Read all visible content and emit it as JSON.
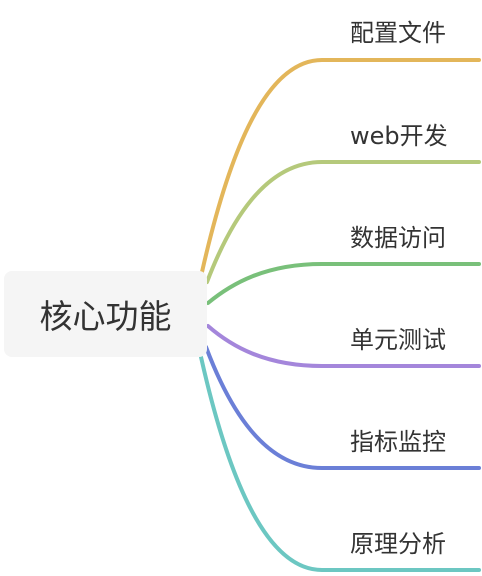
{
  "central": {
    "label": "核心功能"
  },
  "branches": [
    {
      "label": "配置文件",
      "color": "#E3B65A"
    },
    {
      "label": "web开发",
      "color": "#B5C97B"
    },
    {
      "label": "数据访问",
      "color": "#79C07A"
    },
    {
      "label": "单元测试",
      "color": "#A486DB"
    },
    {
      "label": "指标监控",
      "color": "#6B7FD7"
    },
    {
      "label": "原理分析",
      "color": "#6CC7C2"
    }
  ],
  "colors": {
    "central_bg": "#F5F5F5",
    "text": "#333333",
    "background": "#FFFFFF"
  }
}
